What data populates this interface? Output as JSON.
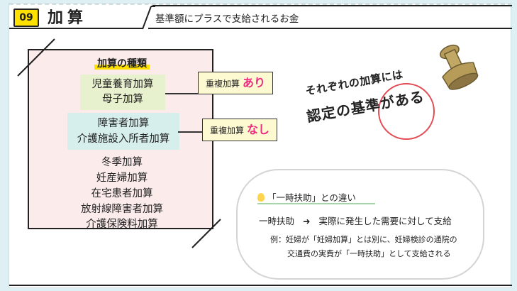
{
  "header": {
    "number": "09",
    "title": "加算",
    "subtitle": "基準額にプラスで支給されるお金"
  },
  "panel": {
    "title": "加算の種類",
    "group_overlap": [
      "児童養育加算",
      "母子加算"
    ],
    "group_no_overlap": [
      "障害者加算",
      "介護施設入所者加算"
    ],
    "others": [
      "冬季加算",
      "妊産婦加算",
      "在宅患者加算",
      "放射線障害者加算",
      "介護保険料加算"
    ]
  },
  "tags": {
    "overlap_label": "重複加算",
    "overlap_value": "あり",
    "no_overlap_label": "重複加算",
    "no_overlap_value": "なし"
  },
  "lead": {
    "line1": "それぞれの加算には",
    "line2": "認定の基準がある"
  },
  "note": {
    "title": "「一時扶助」との違い",
    "term": "一時扶助",
    "arrow": "➜",
    "definition": "実際に発生した需要に対して支給",
    "example_line1": "例：妊婦が「妊婦加算」とは別に、妊婦検診の通院の",
    "example_line2": "交通費の実費が「一時扶助」として支給される"
  },
  "colors": {
    "accent_yellow": "#ffe100",
    "pink_panel": "#fcebeb",
    "highlight_pink": "#ec2d7f",
    "circle_red": "#e34b54"
  },
  "icons": {
    "stamp": "stamp-icon",
    "bulb": "lightbulb-icon"
  }
}
